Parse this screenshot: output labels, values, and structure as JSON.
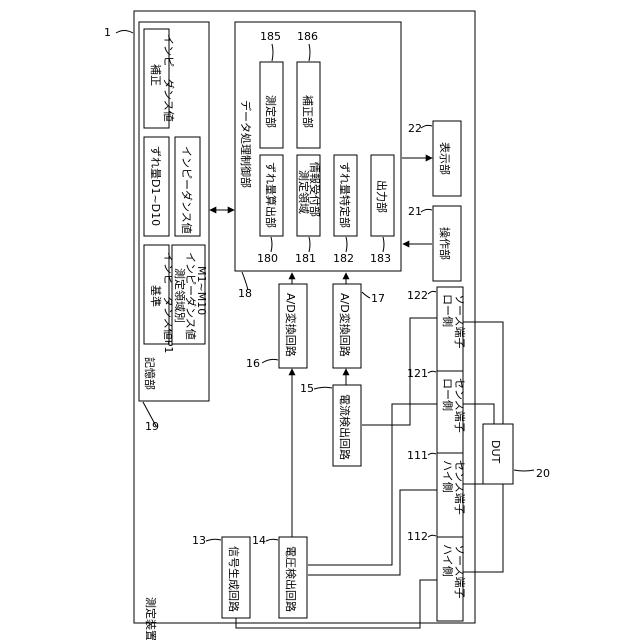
{
  "device": {
    "number": "1",
    "label": "測定装置"
  },
  "storage": {
    "number": "19",
    "label": "記憶部",
    "items": [
      {
        "line1": "補正",
        "line2": "インピーダンス値"
      },
      {
        "line1": "ずれ量D1~D10",
        "line2": ""
      },
      {
        "line1": "インピーダンス値",
        "line2": ""
      },
      {
        "line1": "基準",
        "line2": "インピーダンス値P1"
      },
      {
        "line1": "測定領域別",
        "line2": "インピーダンス値",
        "line3": "M1~M10"
      }
    ]
  },
  "processor": {
    "number": "18",
    "label": "データ処理制御部",
    "blocks": [
      {
        "number": "185",
        "label": "測定部"
      },
      {
        "number": "186",
        "label": "補正部"
      },
      {
        "number": "180",
        "label": "ずれ量算出部"
      },
      {
        "number": "181",
        "label": "測定領域",
        "label2": "情報受付部"
      },
      {
        "number": "182",
        "label": "ずれ量特定部"
      },
      {
        "number": "183",
        "label": "出力部"
      }
    ]
  },
  "display": {
    "number": "22",
    "label": "表示部"
  },
  "operation": {
    "number": "21",
    "label": "操作部"
  },
  "ad1": {
    "number": "16",
    "label": "A/D変換回路"
  },
  "ad2": {
    "number": "17",
    "label": "A/D変換回路"
  },
  "current": {
    "number": "15",
    "label": "電流検出回路"
  },
  "voltage": {
    "number": "14",
    "label": "電圧検出回路"
  },
  "signal": {
    "number": "13",
    "label": "信号生成回路"
  },
  "terminals": [
    {
      "number": "122",
      "line1": "ロー側",
      "line2": "ソース端子"
    },
    {
      "number": "121",
      "line1": "ロー側",
      "line2": "センス端子"
    },
    {
      "number": "111",
      "line1": "ハイ側",
      "line2": "センス端子"
    },
    {
      "number": "112",
      "line1": "ハイ側",
      "line2": "ソース端子"
    }
  ],
  "dut": {
    "number": "20",
    "label": "DUT"
  }
}
